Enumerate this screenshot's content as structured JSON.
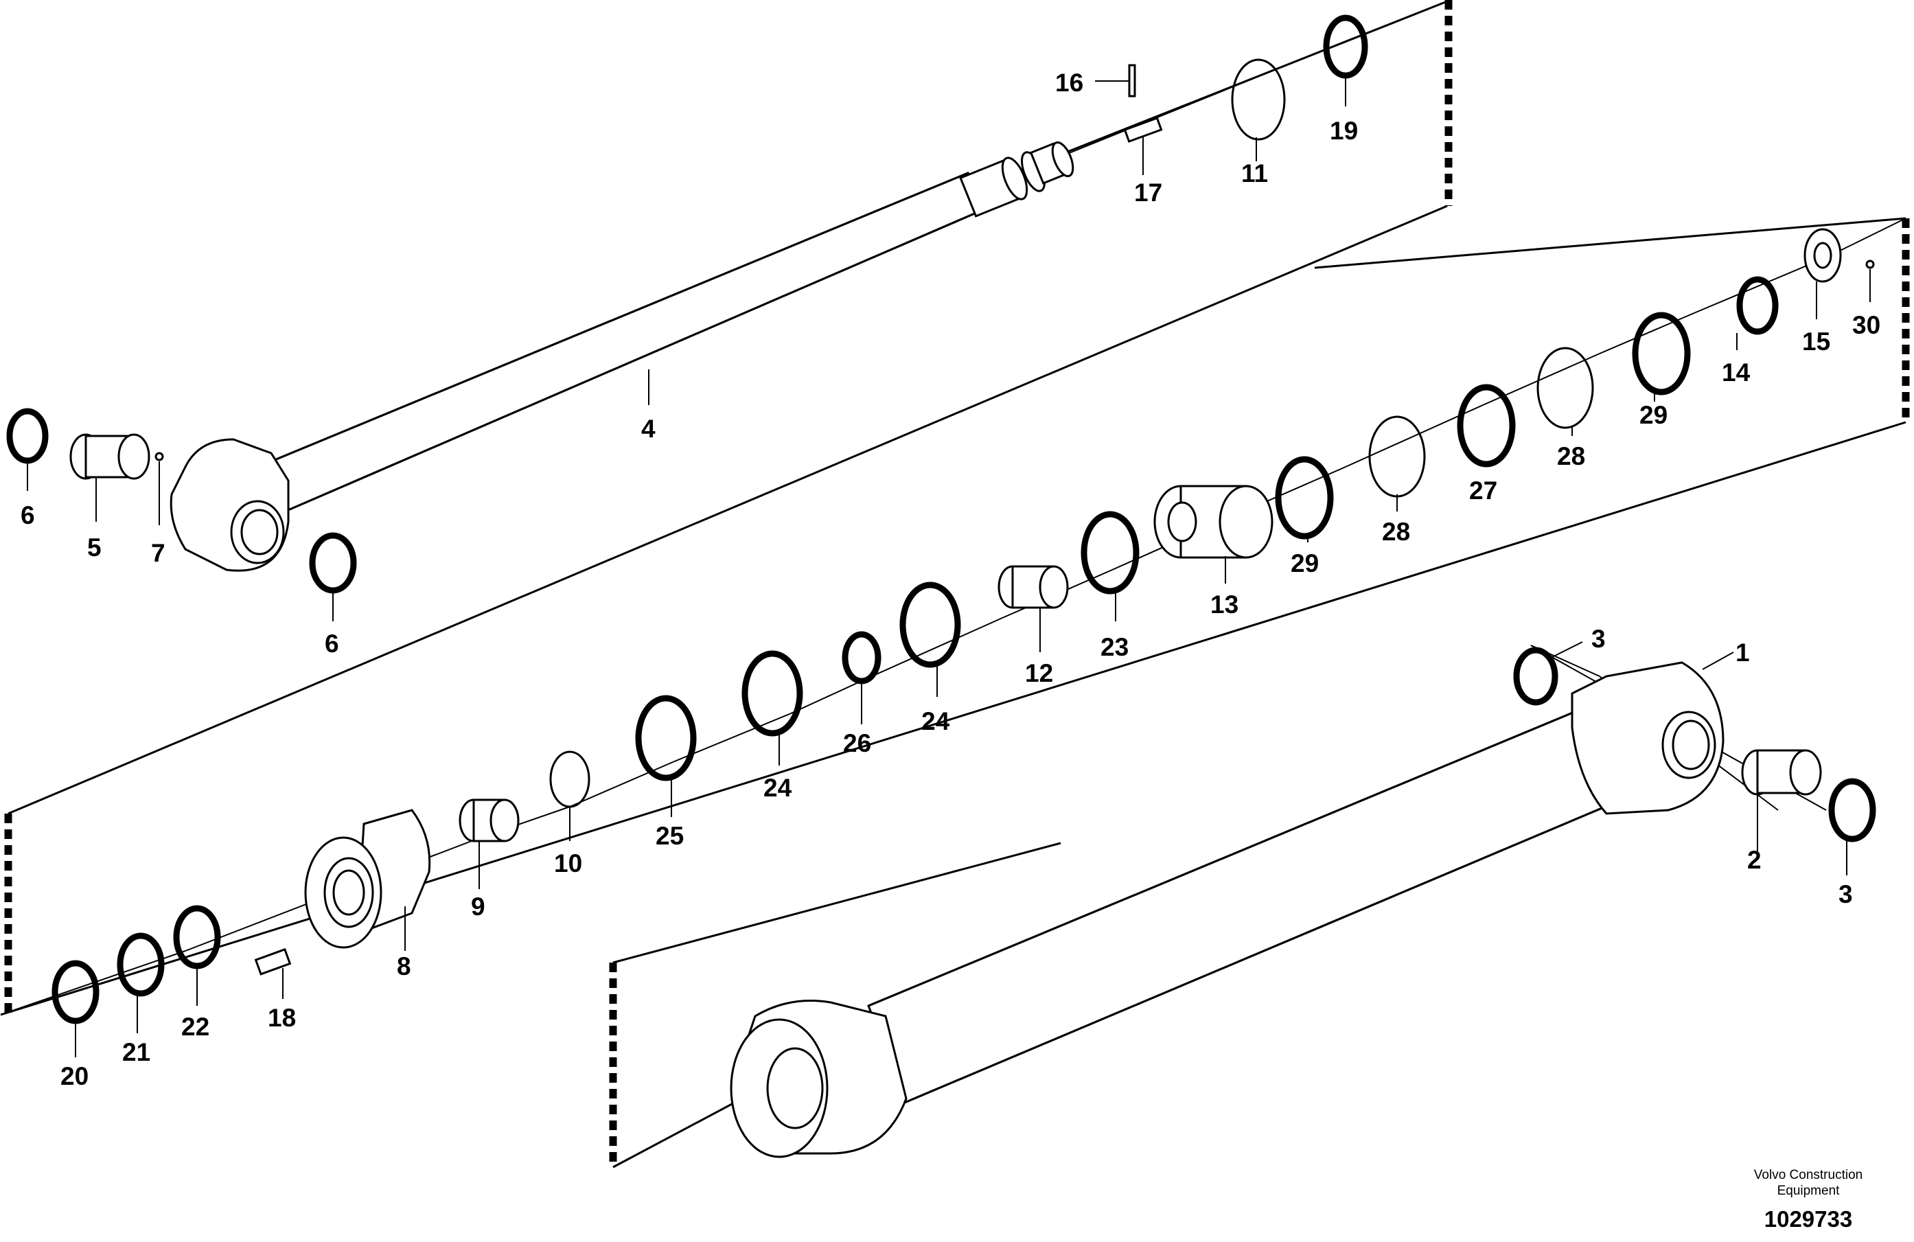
{
  "diagram": {
    "parts": [
      {
        "id": "1",
        "label": "1"
      },
      {
        "id": "2",
        "label": "2"
      },
      {
        "id": "3a",
        "label": "3"
      },
      {
        "id": "3b",
        "label": "3"
      },
      {
        "id": "4",
        "label": "4"
      },
      {
        "id": "5",
        "label": "5"
      },
      {
        "id": "6a",
        "label": "6"
      },
      {
        "id": "6b",
        "label": "6"
      },
      {
        "id": "7",
        "label": "7"
      },
      {
        "id": "8",
        "label": "8"
      },
      {
        "id": "9",
        "label": "9"
      },
      {
        "id": "10",
        "label": "10"
      },
      {
        "id": "11",
        "label": "11"
      },
      {
        "id": "12",
        "label": "12"
      },
      {
        "id": "13",
        "label": "13"
      },
      {
        "id": "14",
        "label": "14"
      },
      {
        "id": "15",
        "label": "15"
      },
      {
        "id": "16",
        "label": "16"
      },
      {
        "id": "17",
        "label": "17"
      },
      {
        "id": "18",
        "label": "18"
      },
      {
        "id": "19",
        "label": "19"
      },
      {
        "id": "20",
        "label": "20"
      },
      {
        "id": "21",
        "label": "21"
      },
      {
        "id": "22",
        "label": "22"
      },
      {
        "id": "23",
        "label": "23"
      },
      {
        "id": "24a",
        "label": "24"
      },
      {
        "id": "24b",
        "label": "24"
      },
      {
        "id": "25",
        "label": "25"
      },
      {
        "id": "26",
        "label": "26"
      },
      {
        "id": "27",
        "label": "27"
      },
      {
        "id": "28a",
        "label": "28"
      },
      {
        "id": "28b",
        "label": "28"
      },
      {
        "id": "29a",
        "label": "29"
      },
      {
        "id": "29b",
        "label": "29"
      },
      {
        "id": "30",
        "label": "30"
      }
    ],
    "credit_line1": "Volvo Construction",
    "credit_line2": "Equipment",
    "document_number": "1029733"
  }
}
